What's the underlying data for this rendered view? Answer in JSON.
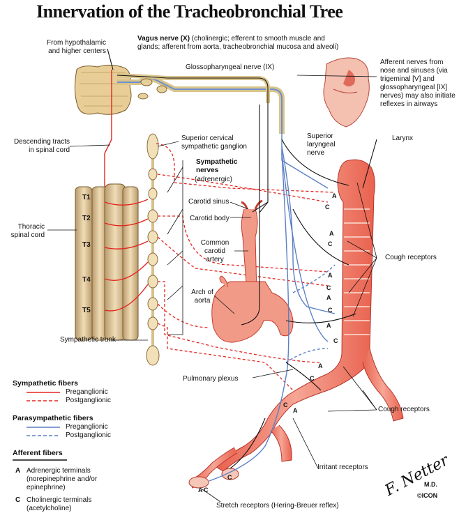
{
  "title": "Innervation of the Tracheobronchial Tree",
  "labels": {
    "hypothalamic": "From hypothalamic\nand higher centers",
    "vagus_title": "Vagus nerve (X)",
    "vagus_desc": " (cholinergic; efferent to smooth muscle and glands; afferent from aorta, tracheobronchial mucosa and alveoli)",
    "glossopharyngeal": "Glossopharyngeal nerve (IX)",
    "afferent_nose": "Afferent nerves from nose and sinuses (via trigeminal [V] and glossopharyngeal [IX] nerves) may also initiate reflexes in airways",
    "descending": "Descending tracts\nin spinal cord",
    "superior_cervical": "Superior cervical\nsympathetic ganglion",
    "superior_laryngeal": "Superior\nlaryngeal\nnerve",
    "larynx": "Larynx",
    "sympathetic_nerves": "Sympathetic\nnerves",
    "adrenergic": "(adrenergic)",
    "thoracic": "Thoracic\nspinal cord",
    "carotid_sinus": "Carotid sinus",
    "carotid_body": "Carotid body",
    "common_carotid": "Common\ncarotid\nartery",
    "arch_aorta": "Arch of\naorta",
    "cough1": "Cough receptors",
    "cough2": "Cough receptors",
    "sympathetic_trunk": "Sympathetic trunk",
    "pulmonary_plexus": "Pulmonary plexus",
    "irritant": "Irritant receptors",
    "stretch": "Stretch receptors (Hering-Breuer reflex)"
  },
  "segments": [
    "T1",
    "T2",
    "T3",
    "T4",
    "T5"
  ],
  "legend": {
    "sym_title": "Sympathetic fibers",
    "sym_pre": "Preganglionic",
    "sym_post": "Postganglionic",
    "para_title": "Parasympathetic fibers",
    "para_pre": "Preganglionic",
    "para_post": "Postganglionic",
    "aff_title": "Afferent fibers",
    "a_key": "A",
    "a_desc": "Adrenergic terminals\n(norepinephrine and/or\nepinephrine)",
    "c_key": "C",
    "c_desc": "Cholinergic terminals\n(acetylcholine)"
  },
  "terminal_letters": [
    "A",
    "C",
    "A",
    "C",
    "A",
    "C",
    "A",
    "C",
    "A",
    "C",
    "A",
    "C",
    "A",
    "C",
    "C",
    "A",
    "C"
  ],
  "signature": {
    "name": "F. Netter",
    "md": "M.D.",
    "brand": "©ICON"
  },
  "colors": {
    "sympathetic": "#e3261f",
    "parasympathetic": "#5a7fc4",
    "afferent": "#111111",
    "tissue": "#f08a7a"
  }
}
